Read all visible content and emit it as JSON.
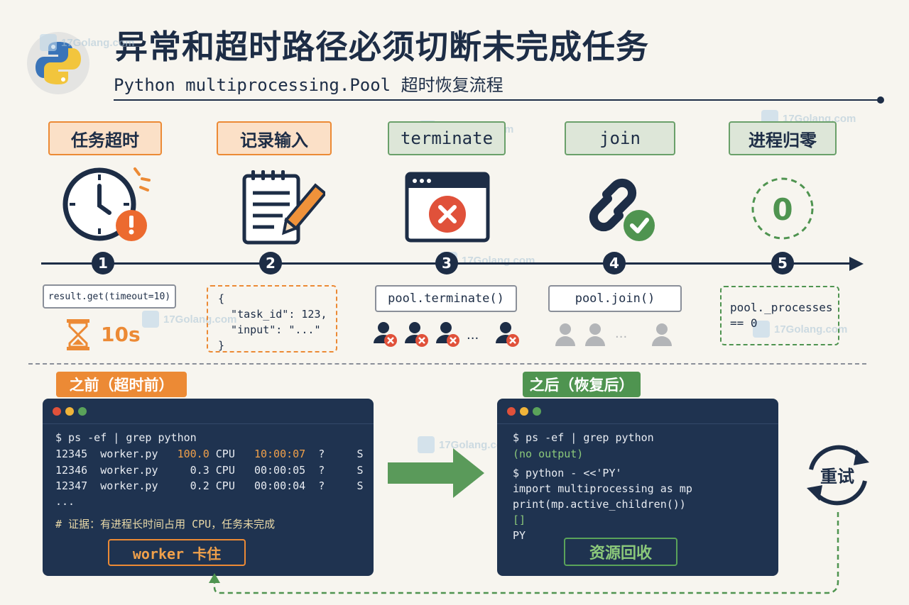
{
  "header": {
    "title": "异常和超时路径必须切断未完成任务",
    "subtitle": "Python multiprocessing.Pool 超时恢复流程"
  },
  "watermark": "17Golang.com",
  "steps": [
    {
      "label": "任务超时",
      "number": "1",
      "code": "result.get(timeout=10)",
      "duration": "10s",
      "icon": "clock-warning-icon"
    },
    {
      "label": "记录输入",
      "number": "2",
      "code": "{\n  \"task_id\": 123,\n  \"input\": \"...\"\n}",
      "icon": "notepad-pencil-icon"
    },
    {
      "label": "terminate",
      "number": "3",
      "code": "pool.terminate()",
      "icon": "window-close-icon"
    },
    {
      "label": "join",
      "number": "4",
      "code": "pool.join()",
      "icon": "chain-link-check-icon"
    },
    {
      "label": "进程归零",
      "number": "5",
      "code": "pool._processes\n== 0",
      "icon": "zero-circle-icon",
      "zero": "0"
    }
  ],
  "ellipsis": "...",
  "before": {
    "tag": "之前（超时前）",
    "lines": [
      "$ ps -ef | grep python",
      "12345  worker.py   100.0 CPU   10:00:07  ?     S",
      "12346  worker.py     0.3 CPU   00:00:05  ?     S",
      "12347  worker.py     0.2 CPU   00:00:04  ?     S",
      "...",
      "# 证据：有进程长时间占用 CPU，任务未完成"
    ],
    "row1": {
      "pid": "12345  worker.py   ",
      "cpu": "100.0",
      "cpu_unit": " CPU   ",
      "time": "10:00:07",
      "rest": "  ?     S"
    },
    "badge": "worker 卡住"
  },
  "after": {
    "tag": "之后（恢复后）",
    "lines": [
      "$ ps -ef | grep python",
      "(no output)",
      "$ python - <<'PY'",
      "import multiprocessing as mp",
      "print(mp.active_children())",
      "[]",
      "PY"
    ],
    "badge": "资源回收"
  },
  "retry": "重试",
  "colors": {
    "navy": "#1d2d46",
    "orange": "#ec8a35",
    "green": "#5a9a5a",
    "terminal_bg": "#1f3350",
    "red": "#e0513a"
  }
}
